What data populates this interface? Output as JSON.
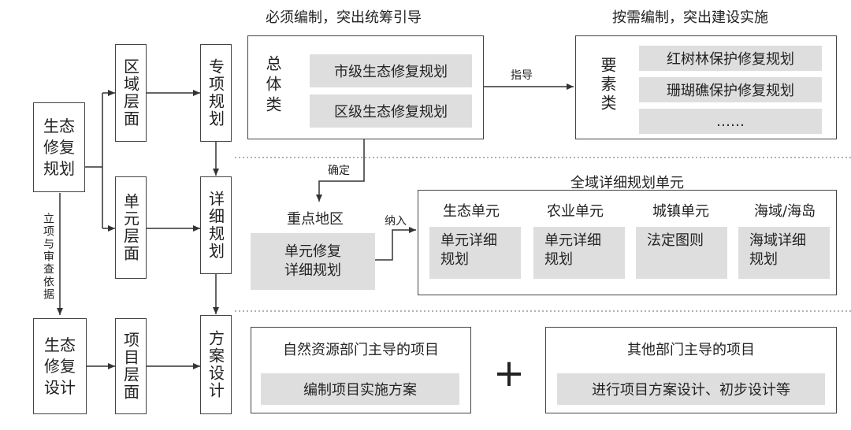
{
  "header": {
    "left": "必须编制，突出统筹引导",
    "right": "按需编制，突出建设实施"
  },
  "left_column": {
    "eco_plan": "生态\n修复\n规划",
    "eco_design": "生态\n修复\n设计",
    "basis_label": "立项与审查依据"
  },
  "level_column": {
    "regional": "区域层面",
    "unit": "单元层面",
    "project": "项目层面"
  },
  "plan_column": {
    "special": "专项规划",
    "detailed": "详细规划",
    "scheme": "方案设计"
  },
  "overall": {
    "label": "总体类",
    "items": [
      "市级生态修复规划",
      "区级生态修复规划"
    ]
  },
  "guide_label": "指导",
  "elements": {
    "label": "要素类",
    "items": [
      "红树林保护修复规划",
      "珊瑚礁保护修复规划",
      "……"
    ]
  },
  "confirm_label": "确定",
  "key_area": {
    "title": "重点地区",
    "box": "单元修复\n详细规划"
  },
  "include_label": "纳入",
  "all_domain": {
    "title": "全域详细规划单元",
    "units": [
      {
        "name": "生态单元",
        "plan": "单元详细\n规划"
      },
      {
        "name": "农业单元",
        "plan": "单元详细\n规划"
      },
      {
        "name": "城镇单元",
        "plan": "法定图则"
      },
      {
        "name": "海域/海岛",
        "plan": "海域详细\n规划"
      }
    ]
  },
  "projects": {
    "natural_resources": {
      "title": "自然资源部门主导的项目",
      "content": "编制项目实施方案"
    },
    "plus": "+",
    "others": {
      "title": "其他部门主导的项目",
      "content": "进行项目方案设计、初步设计等"
    }
  }
}
